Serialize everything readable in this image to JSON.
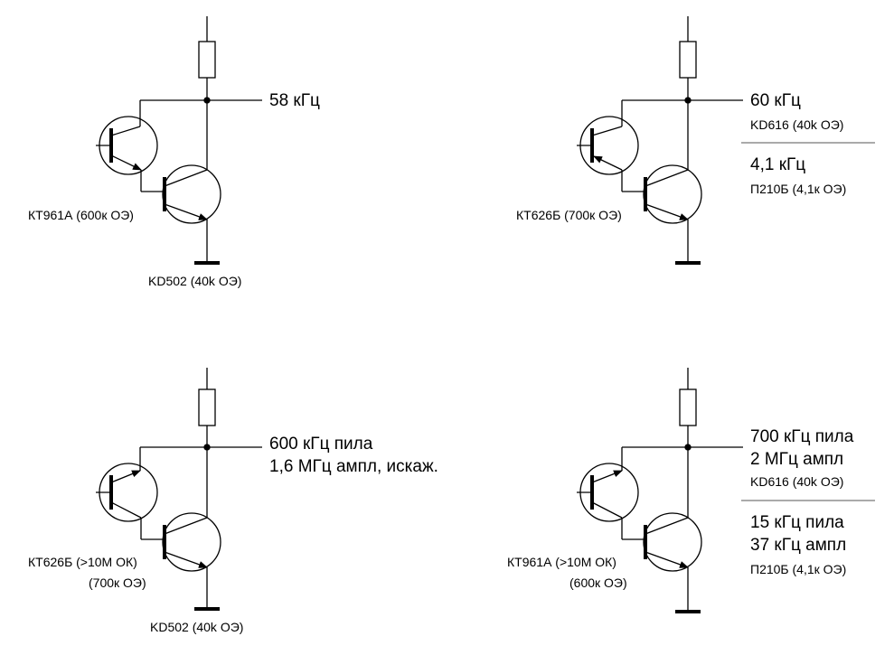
{
  "circuits": [
    {
      "freq_lines": [
        "58 кГц"
      ],
      "transistor_top_label": "КТ961А (600к ОЭ)",
      "transistor_bottom_label": "KD502 (40k ОЭ)"
    },
    {
      "freq_lines": [
        "60 кГц"
      ],
      "variant_a_label": "KD616 (40k ОЭ)",
      "variant_b_freq_lines": [
        "4,1 кГц"
      ],
      "variant_b_label": "П210Б (4,1к ОЭ)",
      "transistor_top_label": "КТ626Б (700к ОЭ)"
    },
    {
      "freq_lines": [
        "600 кГц пила",
        "1,6 МГц ампл, искаж."
      ],
      "transistor_top_label_lines": [
        "КТ626Б (>10М ОК)",
        "(700к ОЭ)"
      ],
      "transistor_bottom_label": "KD502 (40k ОЭ)"
    },
    {
      "freq_lines": [
        "700 кГц пила",
        "2 МГц ампл"
      ],
      "variant_a_label": "KD616 (40k ОЭ)",
      "variant_b_freq_lines": [
        "15 кГц пила",
        "37 кГц ампл"
      ],
      "variant_b_label": "П210Б (4,1к ОЭ)",
      "transistor_top_label_lines": [
        "КТ961А (>10М ОК)",
        "(600к ОЭ)"
      ]
    }
  ]
}
